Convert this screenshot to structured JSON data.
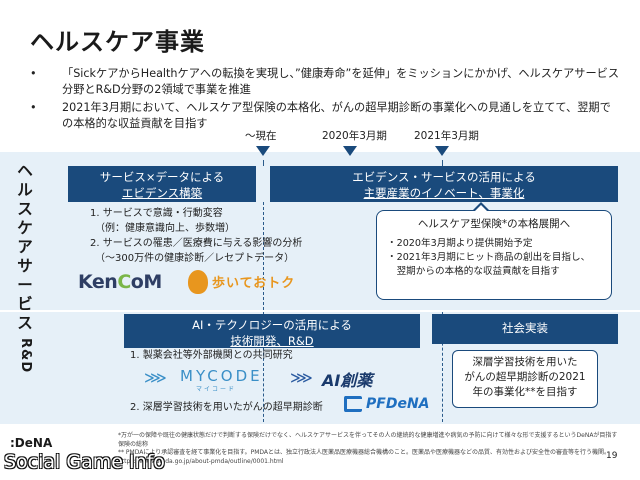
{
  "title": "ヘルスケア事業",
  "bullets": [
    {
      "dot": "•",
      "text": "「SickケアからHealthケアへの転換を実現し、”健康寿命”を延伸」をミッションにかかげ、ヘルスケアサービス分野とR&D分野の2領域で事業を推進"
    },
    {
      "dot": "•",
      "text": "2021年3月期において、ヘルスケア型保険の本格化、がんの超早期診断の事業化への見通しを立てて、翌期での本格的な収益貢献を目指す"
    }
  ],
  "timeline": {
    "now": "〜現在",
    "fy2020": "2020年3月期",
    "fy2021": "2021年3月期"
  },
  "service": {
    "label": "ヘルスケアサービス",
    "header_left": {
      "line1": "サービス×データによる",
      "line2": "エビデンス構築"
    },
    "header_right": {
      "line1": "エビデンス・サービスの活用による",
      "line2": "主要産業のイノベート、事業化"
    },
    "items": [
      "1. サービスで意識・行動変容",
      "　（例：健康意識向上、歩数増）",
      "2. サービスの罹患／医療費に与える影響の分析",
      "　（〜300万件の健康診断／レセプトデータ）"
    ],
    "callout": {
      "title": "ヘルスケア型保険*の本格展開へ",
      "lines": [
        "・2020年3月期より提供開始予定",
        "・2021年3月期にヒット商品の創出を目指し、",
        "　翌期からの本格的な収益貢献を目指す"
      ]
    },
    "logo_kencom_a": "Ken",
    "logo_kencom_b": "C",
    "logo_kencom_c": "oM",
    "logo_arukeru": "歩いておトク"
  },
  "rd": {
    "label": "R&D",
    "header_left": {
      "line1": "AI・テクノロジーの活用による",
      "line2": "技術開発、R&D"
    },
    "header_right": "社会実装",
    "item1": "1. 製薬会社等外部機関との共同研究",
    "item2": "2. 深層学習技術を用いたがんの超早期診断",
    "box": [
      "深層学習技術を用いた",
      "がんの超早期診断の2021",
      "年の事業化**を目指す"
    ],
    "logo_mycode_mark": "⋙",
    "logo_mycode": "MYCODE",
    "logo_mycode_sub": "マイコード",
    "logo_ai_mark": "⋙",
    "logo_ai": "AI創薬",
    "logo_pfdena": "PFDeNA"
  },
  "footnotes": [
    "*万が一の保障や既往の健康状態だけで判断する保険だけでなく、ヘルスケアサービスを伴ってその人の継続的な健康増進や病気の予防に向けて様々な形で支援するというDeNAが目指す保険の総称",
    "** PMDAにより承認審査を経て事業化を目指す。PMDAとは、独立行政法人医薬品医療機器総合機構のこと。医薬品や医療機器などの品質、有効性および安全性の審査等を行う機関。https://www.pmda.go.jp/about-pmda/outline/0001.html"
  ],
  "page_number": "19",
  "brand": {
    "dena": ":DeNA",
    "watermark": "Social Game Info"
  },
  "colors": {
    "accent": "#1a4a7c",
    "band": "#e6f0f8"
  }
}
